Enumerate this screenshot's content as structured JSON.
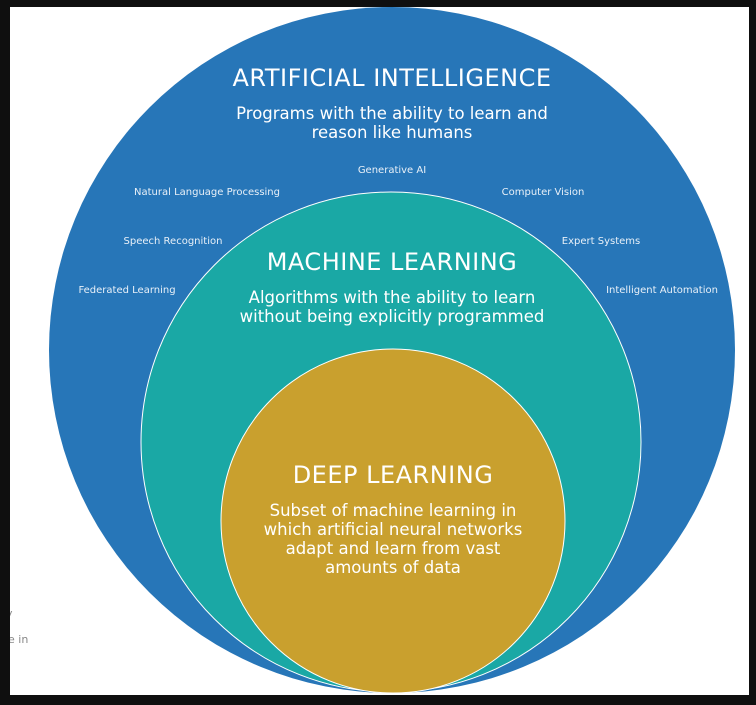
{
  "colors": {
    "ai": "#2776b8",
    "ml": "#1aa8a5",
    "dl": "#c9a02e"
  },
  "ai": {
    "title": "ARTIFICIAL INTELLIGENCE",
    "desc_line1": "Programs with the ability to learn and",
    "desc_line2": "reason like humans"
  },
  "ml": {
    "title": "MACHINE LEARNING",
    "desc_line1": "Algorithms with the ability to learn",
    "desc_line2": "without being explicitly programmed"
  },
  "dl": {
    "title": "DEEP LEARNING",
    "desc_line1": "Subset of machine learning in",
    "desc_line2": "which artificial neural networks",
    "desc_line3": "adapt and learn from vast",
    "desc_line4": "amounts of data"
  },
  "ai_fields": [
    "Generative AI",
    "Natural Language Processing",
    "Computer Vision",
    "Speech Recognition",
    "Expert Systems",
    "Federated Learning",
    "Intelligent Automation"
  ],
  "fragments": [
    "y",
    "e in"
  ]
}
